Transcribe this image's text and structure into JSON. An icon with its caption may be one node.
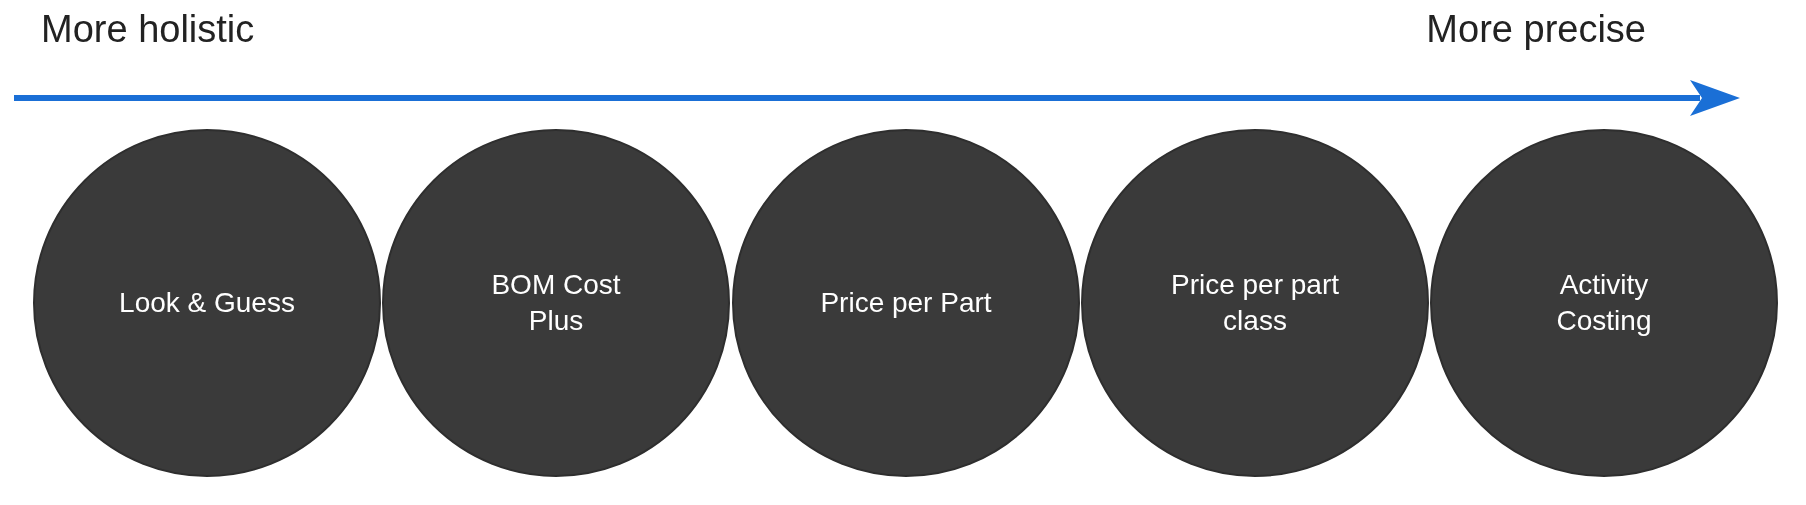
{
  "diagram": {
    "nodes": [
      {
        "text": [
          "Look & Guess"
        ]
      },
      {
        "text": [
          "BOM Cost Plus"
        ]
      },
      {
        "text": [
          "Price per Part"
        ]
      },
      {
        "text": [
          "Price per part class"
        ]
      },
      {
        "text": [
          "Activity Costing"
        ]
      }
    ],
    "labels": [
      "More holistic",
      "More precise"
    ]
  }
}
